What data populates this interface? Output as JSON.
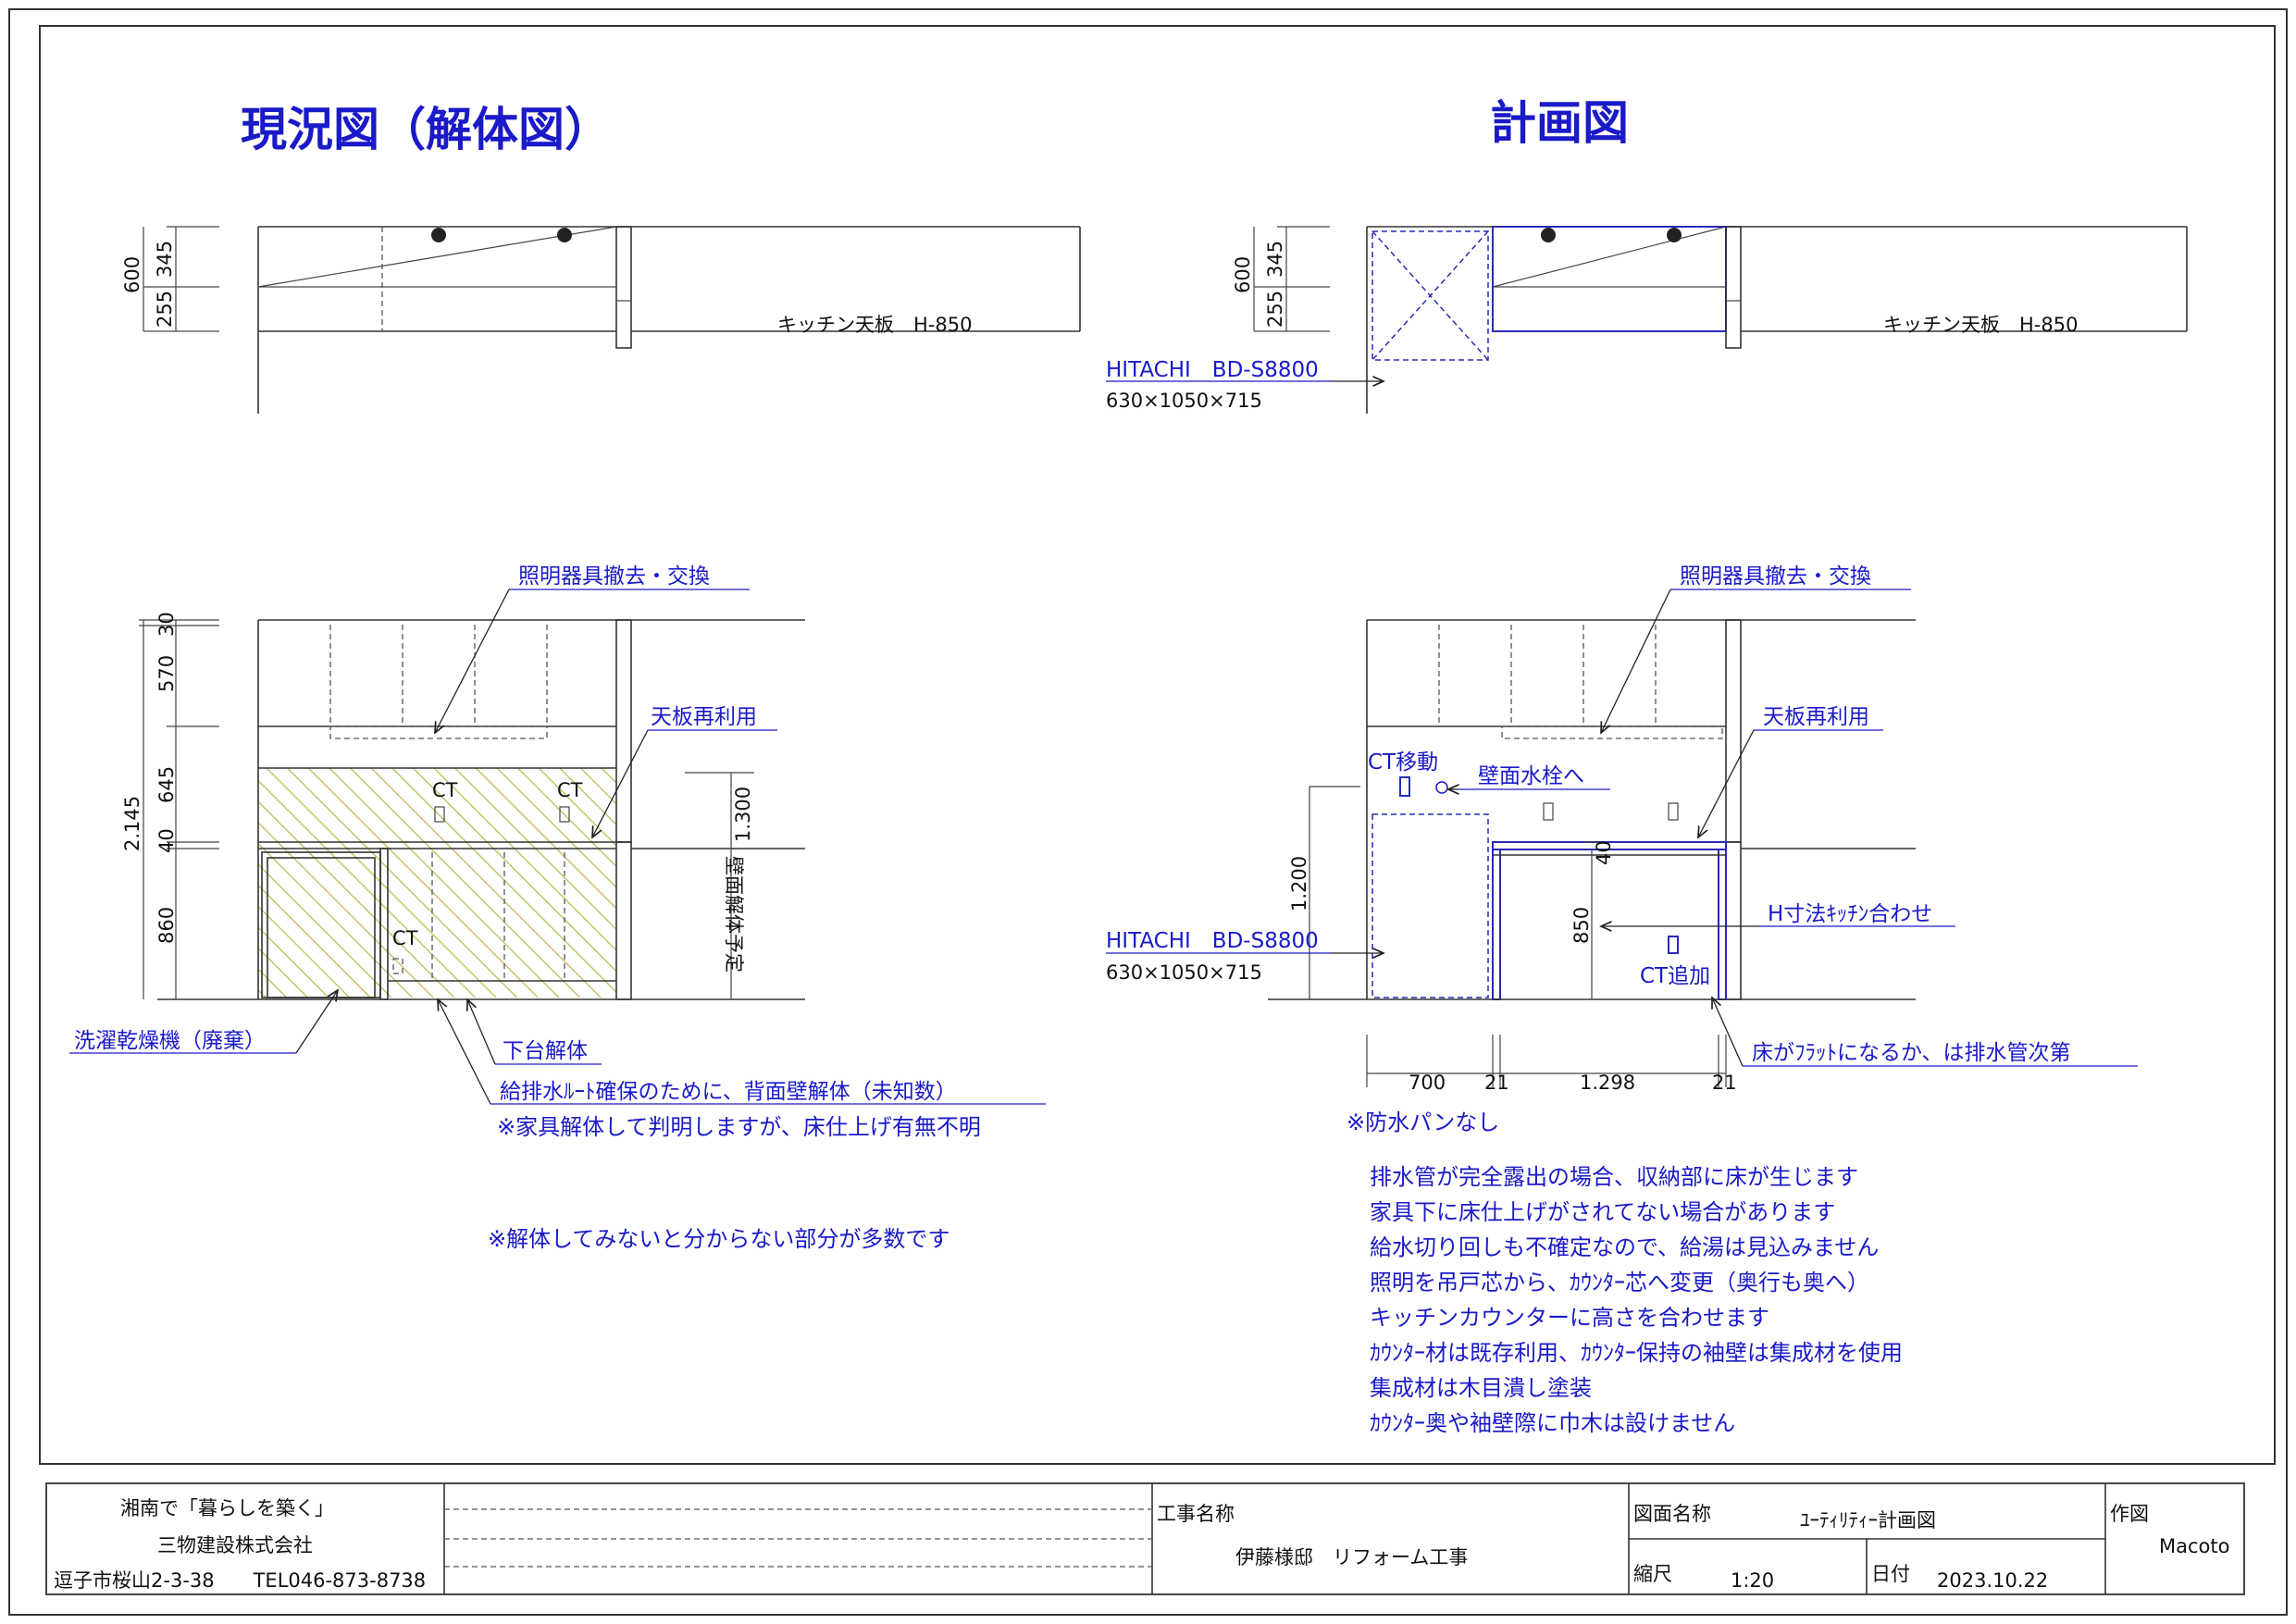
{
  "titles": {
    "existing": "現況図（解体図）",
    "plan": "計画図"
  },
  "top_existing": {
    "dim_600": "600",
    "dim_345": "345",
    "dim_255": "255",
    "counter_label": "キッチン天板　H-850"
  },
  "top_plan": {
    "dim_600": "600",
    "dim_345": "345",
    "dim_255": "255",
    "counter_label": "キッチン天板　H-850",
    "appliance_model": "HITACHI　BD-S8800",
    "appliance_size": "630×1050×715"
  },
  "elev_existing": {
    "dim_30": "30",
    "dim_570": "570",
    "dim_645": "645",
    "dim_2145": "2.145",
    "dim_40": "40",
    "dim_860": "860",
    "dim_1300": "1.300",
    "wall_demolish_label": "壁面解体予定",
    "light_label": "照明器具撤去・交換",
    "countertop_label": "天板再利用",
    "ct1": "CT",
    "ct2": "CT",
    "ct3": "CT",
    "dryer_label": "洗濯乾燥機（廃棄）",
    "base_demolish": "下台解体",
    "drain_note": "給排水ﾙｰﾄ確保のために、背面壁解体（未知数）",
    "furniture_note": "※家具解体して判明しますが、床仕上げ有無不明",
    "unknown_note": "※解体してみないと分からない部分が多数です"
  },
  "elev_plan": {
    "light_label": "照明器具撤去・交換",
    "countertop_label": "天板再利用",
    "ct_move": "CT移動",
    "faucet_label": "壁面水栓へ",
    "dim_1200": "1.200",
    "dim_40": "40",
    "dim_850": "850",
    "h_match": "H寸法ｷｯﾁﾝ合わせ",
    "appliance_model": "HITACHI　BD-S8800",
    "appliance_size": "630×1050×715",
    "ct_add": "CT追加",
    "floor_note": "床がﾌﾗｯﾄになるか、は排水管次第",
    "dim_700": "700",
    "dim_21a": "21",
    "dim_1298": "1.298",
    "dim_21b": "21",
    "no_pan": "※防水パンなし"
  },
  "notes": [
    "排水管が完全露出の場合、収納部に床が生じます",
    "家具下に床仕上げがされてない場合があります",
    "給水切り回しも不確定なので、給湯は見込みません",
    "照明を吊戸芯から、ｶｳﾝﾀｰ芯へ変更（奥行も奥へ）",
    "キッチンカウンターに高さを合わせます",
    "ｶｳﾝﾀｰ材は既存利用、ｶｳﾝﾀｰ保持の袖壁は集成材を使用",
    "集成材は木目潰し塗装",
    "ｶｳﾝﾀｰ奥や袖壁際に巾木は設けません"
  ],
  "title_block": {
    "slogan": "湘南で「暮らしを築く」",
    "company": "三物建設株式会社",
    "address": "逗子市桜山2-3-38　　TEL046-873-8738",
    "project_label": "工事名称",
    "project_name": "伊藤様邸　リフォーム工事",
    "drawing_label": "図面名称",
    "drawing_name": "ﾕｰﾃｨﾘﾃｨｰ計画図",
    "author_label": "作図",
    "author": "Macoto",
    "scale_label": "縮尺",
    "scale": "1:20",
    "date_label": "日付",
    "date": "2023.10.22"
  },
  "colors": {
    "annotation": "#1a1ac8",
    "linework": "#333333",
    "hatch": "#c9c26a"
  }
}
